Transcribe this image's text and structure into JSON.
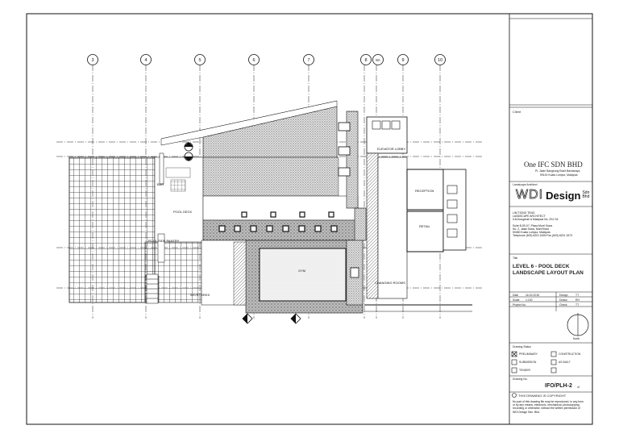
{
  "grid_labels": [
    "3",
    "4",
    "5",
    "6",
    "7",
    "8",
    "8A",
    "9",
    "10"
  ],
  "plan_labels": {
    "pool_deck": "POOL DECK",
    "bar": "BAR",
    "pool_side_pantry": "POOL SIDE\nPANTRY",
    "wc": "WC/STORES",
    "gym": "GYM",
    "elevator_lobby": "ELEVATOR\nLOBBY",
    "reception": "RECEPTION",
    "retail": "RETAIL",
    "changing_rooms": "CHANGING\nROOMS"
  },
  "title_block": {
    "client_label": "Client",
    "client_name": "One IFC SDN BHD",
    "client_address": [
      "Pt. Jalan Bangkung Bukit Bandaraya,",
      "59100 Kuala Lumpur, Malaysia"
    ],
    "landscape_architect_label": "Landscape Architect",
    "logo_letters": "WDI",
    "logo_word": "Design",
    "logo_suffix_1": "Sdn",
    "logo_suffix_2": "Bhd",
    "firm_lines": [
      "LIM TIONG TENG",
      "LANDSCAPE ARCHITECT",
      "ILM Anugerah A Malaysia  No. 2S1 S4",
      "Suite B-59-07, Plaza Mont' Kiara",
      "No. 2, Jalan Kiara, Mont'Kiara",
      "50480 Kuala Lumpur, Malaysia",
      "Telephone (603) 6201 6300    Fax (603) 6201 1573"
    ],
    "title_label": "Title",
    "title_line1": "LEVEL 6 - POOL DECK",
    "title_line2": "LANDSCAPE LAYOUT PLAN",
    "date_label": "Date",
    "date_value": "16.02.2015",
    "design_label": "Design",
    "design_value": "TT",
    "scale_label": "Scale",
    "scale_value": "1:100",
    "drawn_label": "Drawn",
    "drawn_value": "RH",
    "project_no_label": "Project No.",
    "checked_label": "Check",
    "checked_value": "TT",
    "north_label": "North",
    "status_label": "Drawing Status",
    "status_items": [
      {
        "label": "PRELIMINARY",
        "checked": true
      },
      {
        "label": "CONSTRUCTION",
        "checked": false
      },
      {
        "label": "SUBMISSION",
        "checked": false
      },
      {
        "label": "AS BUILT",
        "checked": false
      },
      {
        "label": "TENDER",
        "checked": false
      },
      {
        "label": "",
        "checked": false
      }
    ],
    "drawing_no_label": "Drawing No.",
    "drawing_no": "IFO/PLH-2",
    "drawing_no_of": "of",
    "copyright_title": "THIS DRAWING IS COPYRIGHT",
    "copyright_text": [
      "No part of this drawing file may be reproduced, in any form",
      "or by any means, electronic, mechanical, photocopying,",
      "recording or otherwise, without the written permission of",
      "WDI Design Sdn. Bhd."
    ]
  }
}
